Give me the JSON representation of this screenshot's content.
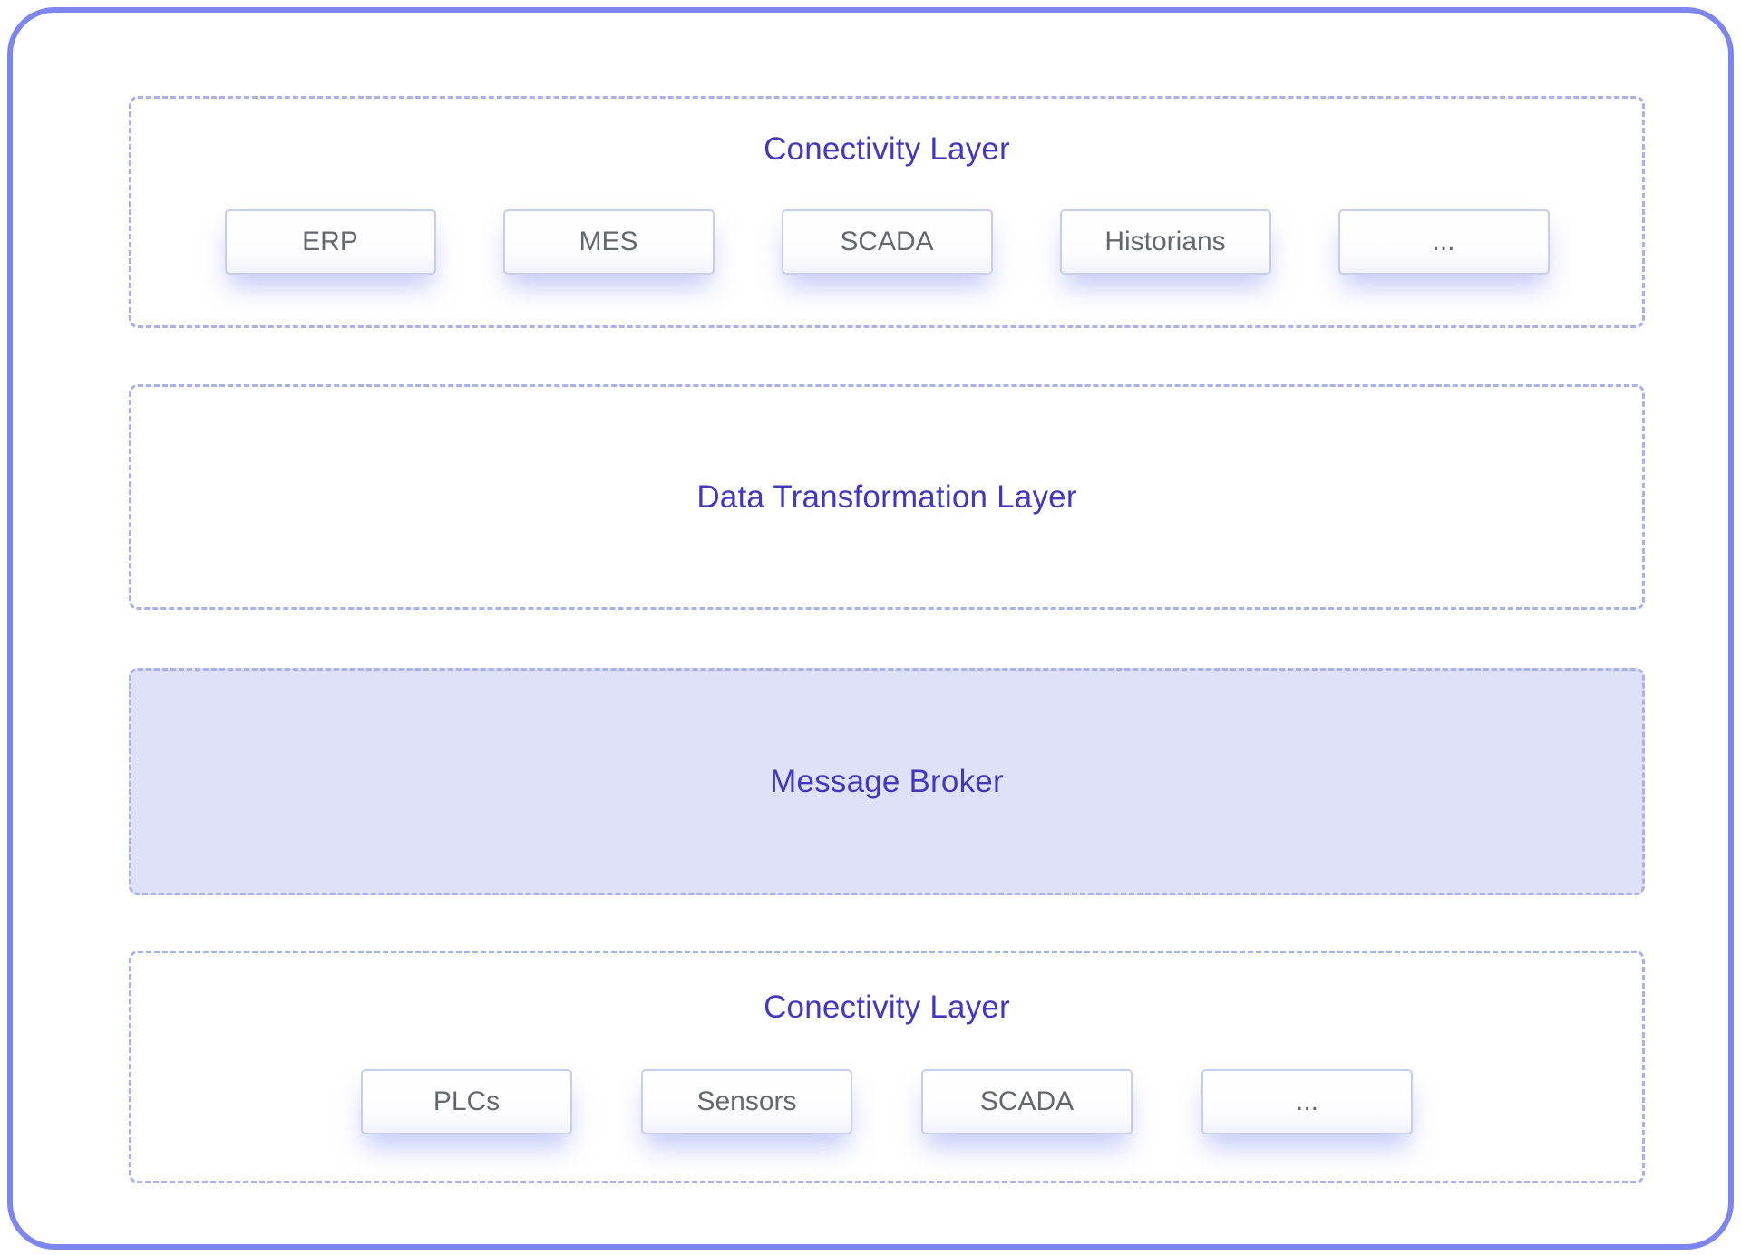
{
  "diagram": {
    "sections": [
      {
        "id": "connectivity-top",
        "title": "Conectivity Layer",
        "items": [
          "ERP",
          "MES",
          "SCADA",
          "Historians",
          "..."
        ]
      },
      {
        "id": "data-transformation",
        "title": "Data Transformation Layer",
        "items": []
      },
      {
        "id": "message-broker",
        "title": "Message Broker",
        "items": []
      },
      {
        "id": "connectivity-bottom",
        "title": "Conectivity Layer",
        "items": [
          "PLCs",
          "Sensors",
          "SCADA",
          "..."
        ]
      }
    ],
    "colors": {
      "frame_border": "#7d85ee",
      "dashed_border": "#a9b0ec",
      "title_text": "#4337c0",
      "box_border": "#c7cdec",
      "box_text": "#63686f",
      "broker_fill": "#dfe1f8",
      "page_bg": "#ffffff"
    }
  }
}
